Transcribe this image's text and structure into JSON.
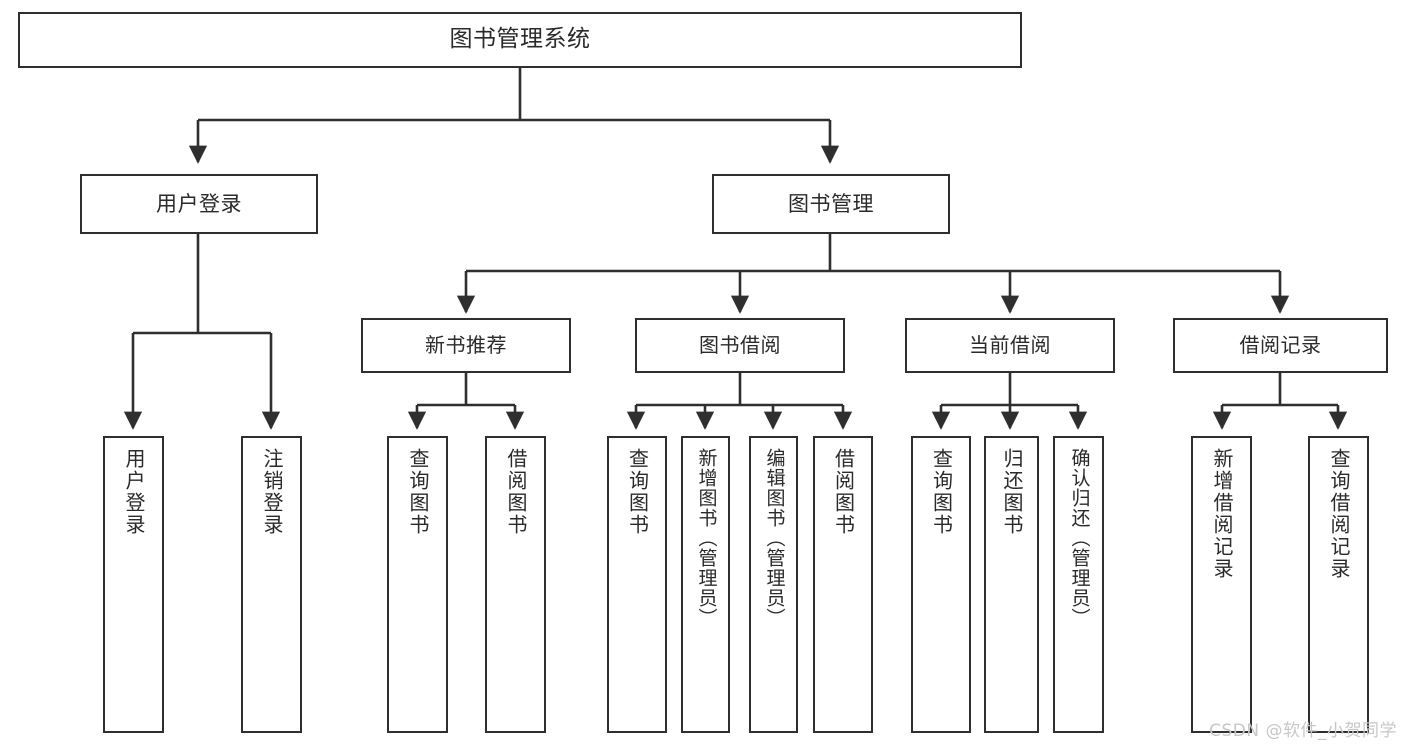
{
  "diagram": {
    "type": "tree-hierarchy",
    "orientation": "top-down",
    "background_color": "#ffffff",
    "line_color": "#2f2f2f",
    "box_border_color": "#2f2f2f",
    "box_fill_color": "#ffffff",
    "text_color": "#2a2a2a"
  },
  "root": {
    "label": "图书管理系统"
  },
  "level2": [
    {
      "label": "用户登录"
    },
    {
      "label": "图书管理"
    }
  ],
  "level3": [
    {
      "label": "新书推荐"
    },
    {
      "label": "图书借阅"
    },
    {
      "label": "当前借阅"
    },
    {
      "label": "借阅记录"
    }
  ],
  "leaves": {
    "user_login": [
      {
        "label": "用户登录"
      },
      {
        "label": "注销登录"
      }
    ],
    "new_book_recommend": [
      {
        "label": "查询图书"
      },
      {
        "label": "借阅图书"
      }
    ],
    "book_borrow": [
      {
        "label": "查询图书"
      },
      {
        "label": "新增图书（管理员）"
      },
      {
        "label": "编辑图书（管理员）"
      },
      {
        "label": "借阅图书"
      }
    ],
    "current_borrow": [
      {
        "label": "查询图书"
      },
      {
        "label": "归还图书"
      },
      {
        "label": "确认归还（管理员）"
      }
    ],
    "borrow_record": [
      {
        "label": "新增借阅记录"
      },
      {
        "label": "查询借阅记录"
      }
    ]
  },
  "watermark": {
    "text": "CSDN @软件_小贺同学",
    "color": "#c7c7c7"
  }
}
